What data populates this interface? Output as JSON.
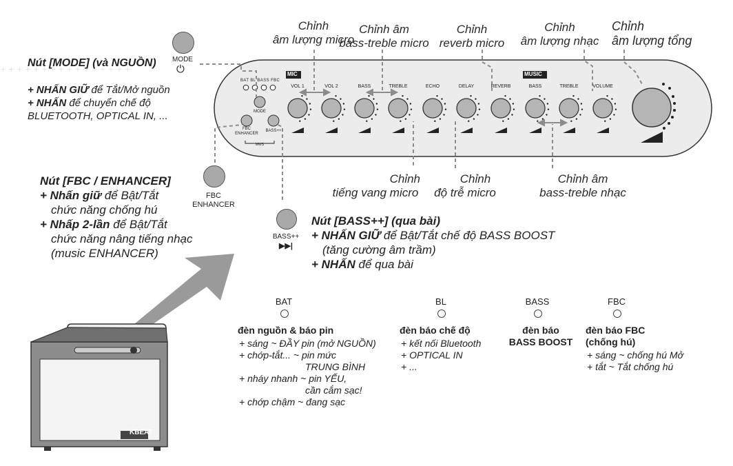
{
  "panel": {
    "mic_tag": "MIC",
    "music_tag": "MUSIC",
    "knob_labels": [
      "VOL 1",
      "VOL 2",
      "BASS",
      "TREBLE",
      "ECHO",
      "DELAY",
      "REVERB",
      "BASS",
      "TREBLE",
      "VOLUME"
    ],
    "led_labels": [
      "BAT",
      "BL",
      "BASS",
      "FBC"
    ],
    "mode_label": "MODE",
    "fbc_label": [
      "FBC",
      "ENHANCER"
    ],
    "bass_label": "BASS++",
    "mws_label": "MWS"
  },
  "callouts": {
    "mic_volume": [
      "Chỉnh",
      "âm lượng micro"
    ],
    "mic_bass_treble": [
      "Chỉnh âm",
      "bass-treble micro"
    ],
    "mic_reverb": [
      "Chỉnh",
      "reverb micro"
    ],
    "music_volume": [
      "Chỉnh",
      "âm lượng nhạc"
    ],
    "master_volume": [
      "Chỉnh",
      "âm lượng tổng"
    ],
    "echo": [
      "Chỉnh",
      "tiếng vang micro"
    ],
    "delay": [
      "Chỉnh",
      "độ trễ micro"
    ],
    "music_bass_treble": [
      "Chỉnh âm",
      "bass-treble nhạc"
    ]
  },
  "mode_section": {
    "title": "Nút [MODE] (và NGUỒN)",
    "button_label": "MODE",
    "lines": [
      {
        "bold": "+ NHẤN GIỮ",
        "rest": " để Tắt/Mở nguồn"
      },
      {
        "bold": "+ NHẤN",
        "rest": " để chuyển chế độ"
      },
      {
        "bold": "",
        "rest": "BLUETOOTH, OPTICAL IN, ..."
      }
    ]
  },
  "fbc_section": {
    "title": "Nút [FBC / ENHANCER]",
    "button_label": [
      "FBC",
      "ENHANCER"
    ],
    "lines": [
      {
        "bold": "+ Nhấn giữ",
        "rest": " để Bật/Tắt"
      },
      {
        "bold": "",
        "rest": "chức năng chống hú"
      },
      {
        "bold": "+ Nhấp 2-lần",
        "rest": " để Bật/Tắt"
      },
      {
        "bold": "",
        "rest": "chức năng nâng tiếng nhạc"
      },
      {
        "bold": "",
        "rest": "(music ENHANCER)"
      }
    ]
  },
  "bass_section": {
    "title": "Nút [BASS++] (qua bài)",
    "button_label": "BASS++",
    "button_icon": "▶▶|",
    "lines": [
      {
        "bold": "+ NHẤN GIỮ",
        "rest": " để Bật/Tắt chế độ BASS BOOST"
      },
      {
        "bold": "",
        "rest": "(tăng cường âm trầm)"
      },
      {
        "bold": "+ NHẤN",
        "rest": " để qua bài"
      }
    ]
  },
  "leds": [
    {
      "label": "BAT",
      "title": [
        "đèn nguồn & báo pin"
      ],
      "items": [
        "+ sáng ~ ĐẦY pin (mở NGUỒN)",
        "+ chớp-tắt... ~ pin mức",
        "TRUNG BÌNH",
        "+ nháy nhanh ~ pin YẾU,",
        "cần cắm sạc!",
        "+ chớp chậm ~ đang sạc"
      ]
    },
    {
      "label": "BL",
      "title": [
        "đèn báo chế độ"
      ],
      "items": [
        "+ kết nối Bluetooth",
        "+ OPTICAL IN",
        "+ ..."
      ]
    },
    {
      "label": "BASS",
      "title": [
        "đèn báo",
        "BASS BOOST"
      ],
      "items": []
    },
    {
      "label": "FBC",
      "title": [
        "đèn báo FBC",
        "(chống hú)"
      ],
      "items": [
        "+ sáng ~ chống hú Mở",
        "+ tắt ~ Tắt chống hú"
      ]
    }
  ],
  "speaker": {
    "brand": "KBEAT"
  },
  "colors": {
    "panel_bg": "#ececec",
    "knob": "#b5b5b5",
    "button": "#a9a9aa",
    "arrow": "#9a9a9a",
    "dash": "#8c8c8c"
  }
}
